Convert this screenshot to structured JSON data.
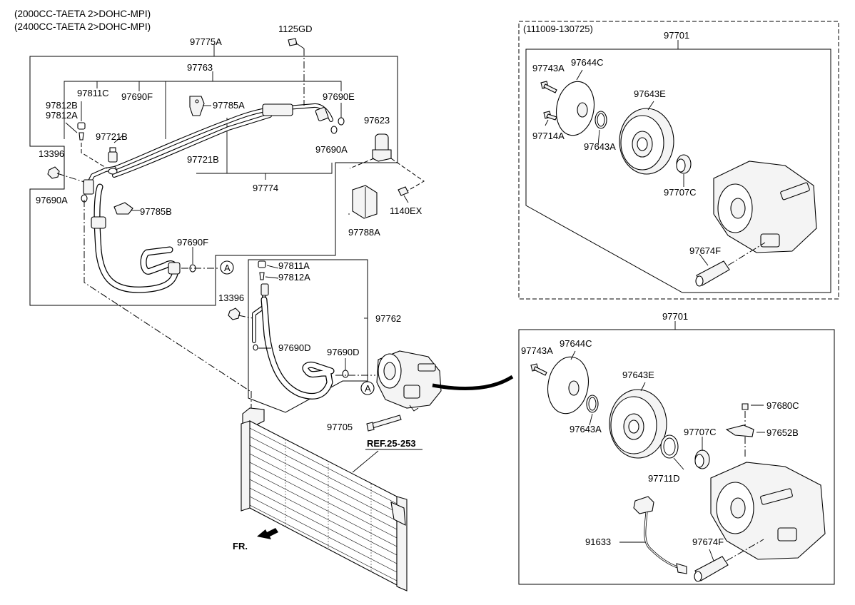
{
  "header": {
    "line1": "(2000CC-TAETA 2>DOHC-MPI)",
    "line2": "(2400CC-TAETA 2>DOHC-MPI)"
  },
  "right_box_top": {
    "date_range": "(111009-130725)"
  },
  "labels": {
    "l_97775A": "97775A",
    "l_1125GD": "1125GD",
    "l_97763": "97763",
    "l_97811C": "97811C",
    "l_97690F_top": "97690F",
    "l_97812B": "97812B",
    "l_97812A_top": "97812A",
    "l_97785A": "97785A",
    "l_97690E": "97690E",
    "l_97623": "97623",
    "l_97721B_a": "97721B",
    "l_97690A_mid": "97690A",
    "l_13396_top": "13396",
    "l_97721B_b": "97721B",
    "l_97774": "97774",
    "l_97690A_left": "97690A",
    "l_97785B": "97785B",
    "l_1140EX": "1140EX",
    "l_97788A": "97788A",
    "l_97690F_low": "97690F",
    "l_A_top": "A",
    "l_97811A": "97811A",
    "l_97812A_low": "97812A",
    "l_13396_low": "13396",
    "l_97762": "97762",
    "l_97690D_a": "97690D",
    "l_97690D_b": "97690D",
    "l_A_low": "A",
    "l_97705": "97705",
    "l_ref": "REF.25-253",
    "l_fr": "FR.",
    "r1_97701": "97701",
    "r1_97743A": "97743A",
    "r1_97644C": "97644C",
    "r1_97643E": "97643E",
    "r1_97714A": "97714A",
    "r1_97643A": "97643A",
    "r1_97707C": "97707C",
    "r1_97674F": "97674F",
    "r2_97701": "97701",
    "r2_97743A": "97743A",
    "r2_97644C": "97644C",
    "r2_97643E": "97643E",
    "r2_97680C": "97680C",
    "r2_97643A": "97643A",
    "r2_97707C": "97707C",
    "r2_97652B": "97652B",
    "r2_97711D": "97711D",
    "r2_91633": "91633",
    "r2_97674F": "97674F"
  },
  "colors": {
    "line": "#000000",
    "background": "#ffffff",
    "part_fill": "#f4f4f4"
  }
}
